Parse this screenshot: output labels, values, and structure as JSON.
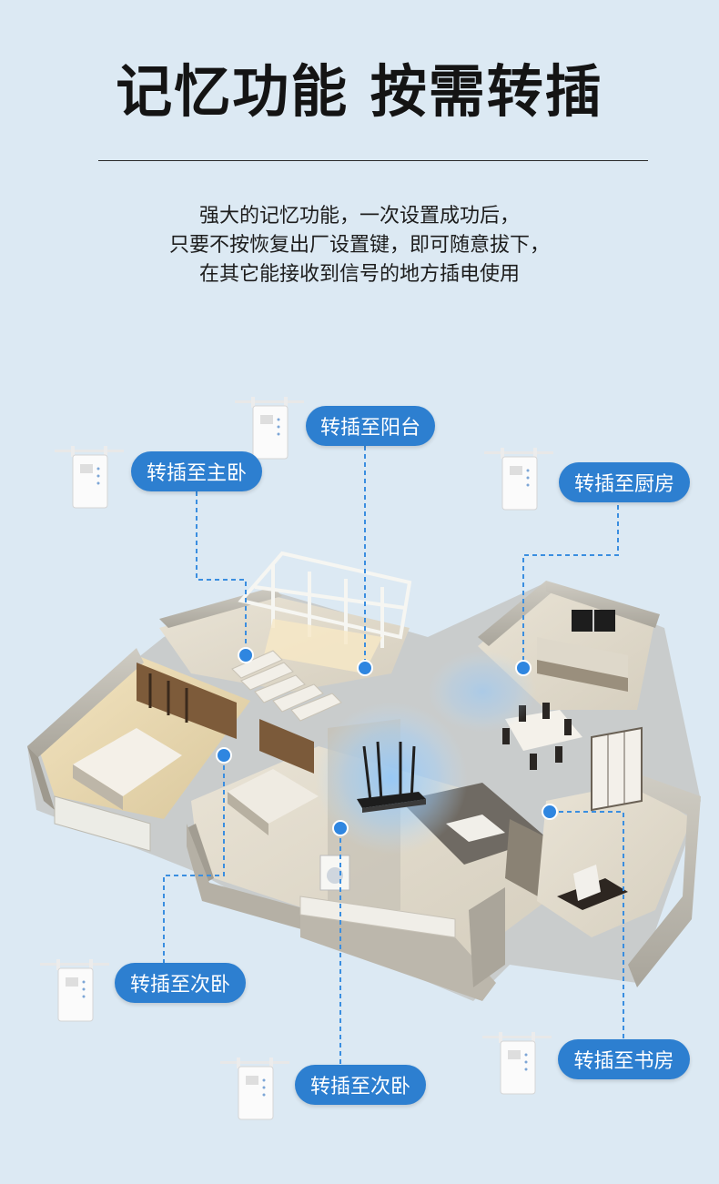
{
  "headline": "记忆功能 按需转插",
  "description": {
    "line1": "强大的记忆功能，一次设置成功后，",
    "line2": "只要不按恢复出厂设置键，即可随意拔下，",
    "line3": "在其它能接收到信号的地方插电使用"
  },
  "locations": {
    "balcony": "转插至阳台",
    "master_bedroom": "转插至主卧",
    "kitchen": "转插至厨房",
    "second_bedroom_left": "转插至次卧",
    "second_bedroom_center": "转插至次卧",
    "study": "转插至书房"
  },
  "colors": {
    "background": "#dce9f3",
    "accent": "#2d7fd0",
    "dash": "#3a8ee0",
    "dot": "#2f86e0"
  }
}
